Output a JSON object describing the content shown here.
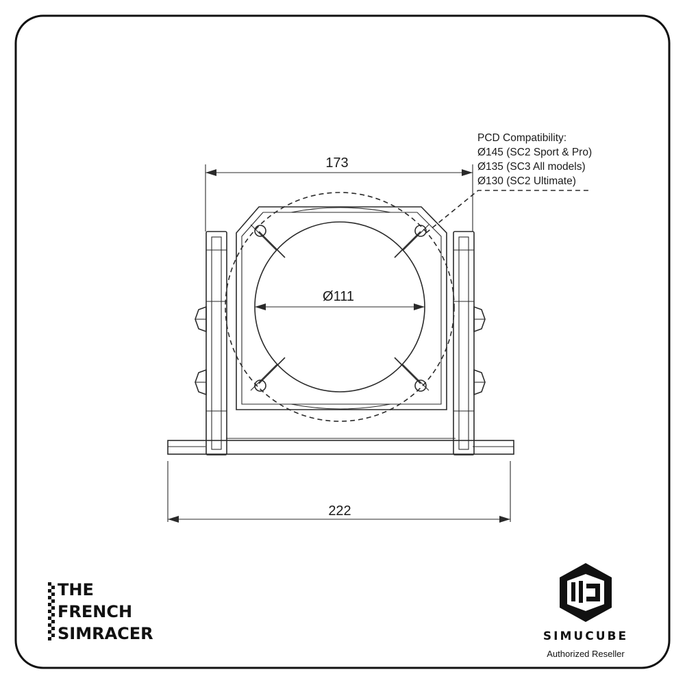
{
  "dimensions": {
    "top_width": "173",
    "inner_diameter": "Ø111",
    "base_width": "222"
  },
  "pcd": {
    "heading": "PCD Compatibility:",
    "lines": [
      "Ø145 (SC2 Sport & Pro)",
      "Ø135 (SC3 All models)",
      "Ø130 (SC2 Ultimate)"
    ]
  },
  "logos": {
    "left": [
      "THE",
      "FRENCH",
      "SIMRACER"
    ],
    "right_name": "SIMUCUBE",
    "right_tagline": "Authorized Reseller"
  },
  "icons": {
    "left_logo": "checkered-flag-icon",
    "right_logo": "simucube-hexagon-icon"
  },
  "colors": {
    "line": "#2a2a2a",
    "frame": "#111111",
    "background": "#ffffff"
  }
}
